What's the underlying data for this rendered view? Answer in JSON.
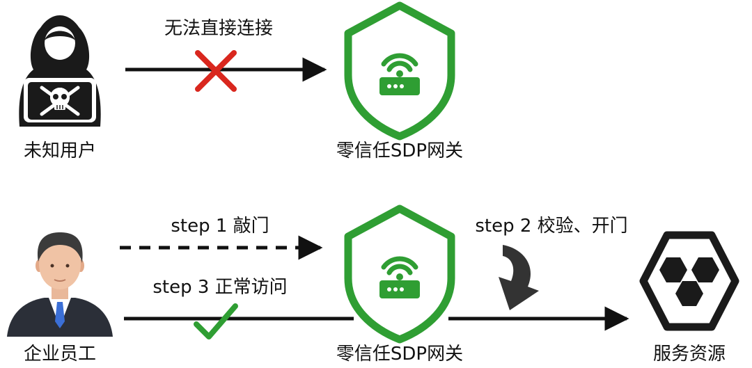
{
  "colors": {
    "shield": "#2f9e33",
    "cross": "#d9271e",
    "check": "#2f9e33",
    "line": "#111111",
    "hacker": "#1a1a1a",
    "resource": "#1a1a1a"
  },
  "top": {
    "user_label": "未知用户",
    "edge_label": "无法直接连接",
    "gateway_label": "零信任SDP网关",
    "user_icon": "hacker-icon",
    "gateway_icon": "shield-router-icon",
    "blocked_icon": "cross-icon"
  },
  "bottom": {
    "user_label": "企业员工",
    "step1_label": "step 1 敲门",
    "step2_label": "step 2 校验、开门",
    "step3_label": "step 3 正常访问",
    "gateway_label": "零信任SDP网关",
    "resource_label": "服务资源",
    "user_icon": "employee-icon",
    "gateway_icon": "shield-router-icon",
    "allowed_icon": "check-icon",
    "resource_icon": "hexagon-cluster-icon"
  }
}
